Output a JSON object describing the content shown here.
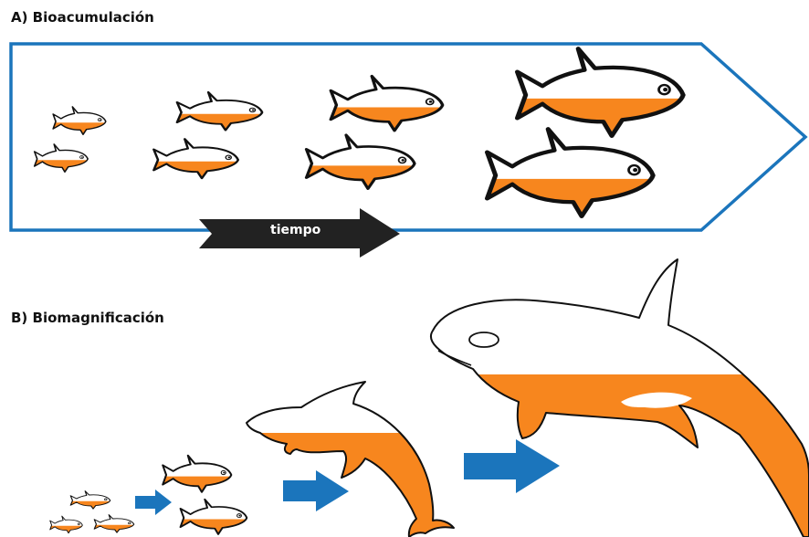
{
  "section_a": {
    "title": "A) Bioacumulación",
    "arrow_label": "tiempo"
  },
  "section_b": {
    "title": "B) Biomagnificación"
  },
  "colors": {
    "contaminant": "#F7861E",
    "frame": "#1B75BC",
    "arrow_blue": "#1B75BC",
    "time_arrow": "#222222",
    "outline": "#111111"
  },
  "icons": [
    "fish-icon",
    "dolphin-icon",
    "orca-icon",
    "time-arrow",
    "blue-arrow-icon"
  ]
}
